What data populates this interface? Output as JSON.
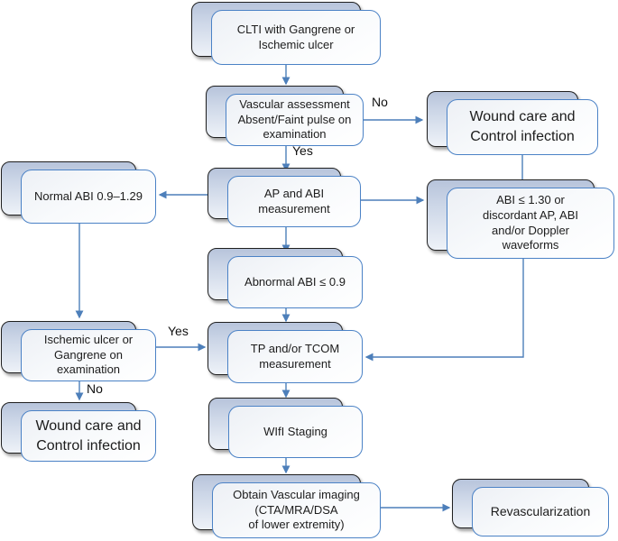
{
  "figure": {
    "type": "flowchart",
    "topic": "CLTI diagnostic and treatment pathway"
  },
  "colors": {
    "front_border": "#4b82c6",
    "back_border": "#1f1f1f",
    "back_fill_top": "#b7c4db",
    "back_fill_bottom": "#eef2f8",
    "connector": "#4d7fba",
    "text": "#1c1c1c",
    "background": "#ffffff"
  },
  "nodes": {
    "clti": {
      "label": "CLTI with Gangrene or\nIschemic ulcer"
    },
    "vascular": {
      "label": "Vascular assessment\nAbsent/Faint pulse on\nexamination"
    },
    "wound_top": {
      "label": "Wound care and\nControl infection"
    },
    "normal_abi": {
      "label": "Normal ABI 0.9–1.29"
    },
    "ap_abi": {
      "label": "AP and ABI\nmeasurement"
    },
    "abi_130": {
      "label": "ABI ≤ 1.30 or\ndiscordant AP, ABI\nand/or Doppler\nwaveforms"
    },
    "abnormal_abi": {
      "label": "Abnormal ABI ≤ 0.9"
    },
    "ischemic": {
      "label": "Ischemic ulcer or\nGangrene on\nexamination"
    },
    "tp_tcom": {
      "label": "TP and/or TCOM\nmeasurement"
    },
    "wound_bottom": {
      "label": "Wound care and\nControl infection"
    },
    "wifi": {
      "label": "WIfI Staging"
    },
    "imaging": {
      "label": "Obtain Vascular imaging\n(CTA/MRA/DSA\nof lower extremity)"
    },
    "revasc": {
      "label": "Revascularization"
    }
  },
  "edges": {
    "clti_to_vascular": {
      "from": "clti",
      "to": "vascular",
      "label": ""
    },
    "vascular_to_wound_top": {
      "from": "vascular",
      "to": "wound_top",
      "label": "No"
    },
    "vascular_to_ap_abi": {
      "from": "vascular",
      "to": "ap_abi",
      "label": "Yes"
    },
    "ap_abi_to_normal_abi": {
      "from": "ap_abi",
      "to": "normal_abi",
      "label": ""
    },
    "ap_abi_to_abi_130": {
      "from": "ap_abi",
      "to": "abi_130",
      "label": ""
    },
    "ap_abi_to_abnormal_abi": {
      "from": "ap_abi",
      "to": "abnormal_abi",
      "label": ""
    },
    "wound_top_to_abi_130": {
      "from": "wound_top",
      "to": "abi_130",
      "label": ""
    },
    "abnormal_abi_to_tp_tcom": {
      "from": "abnormal_abi",
      "to": "tp_tcom",
      "label": ""
    },
    "abi_130_to_tp_tcom": {
      "from": "abi_130",
      "to": "tp_tcom",
      "label": ""
    },
    "normal_abi_to_ischemic": {
      "from": "normal_abi",
      "to": "ischemic",
      "label": ""
    },
    "ischemic_to_tp_tcom": {
      "from": "ischemic",
      "to": "tp_tcom",
      "label": "Yes"
    },
    "ischemic_to_wound_bottom": {
      "from": "ischemic",
      "to": "wound_bottom",
      "label": "No"
    },
    "tp_tcom_to_wifi": {
      "from": "tp_tcom",
      "to": "wifi",
      "label": ""
    },
    "wifi_to_imaging": {
      "from": "wifi",
      "to": "imaging",
      "label": ""
    },
    "imaging_to_revasc": {
      "from": "imaging",
      "to": "revasc",
      "label": ""
    }
  }
}
